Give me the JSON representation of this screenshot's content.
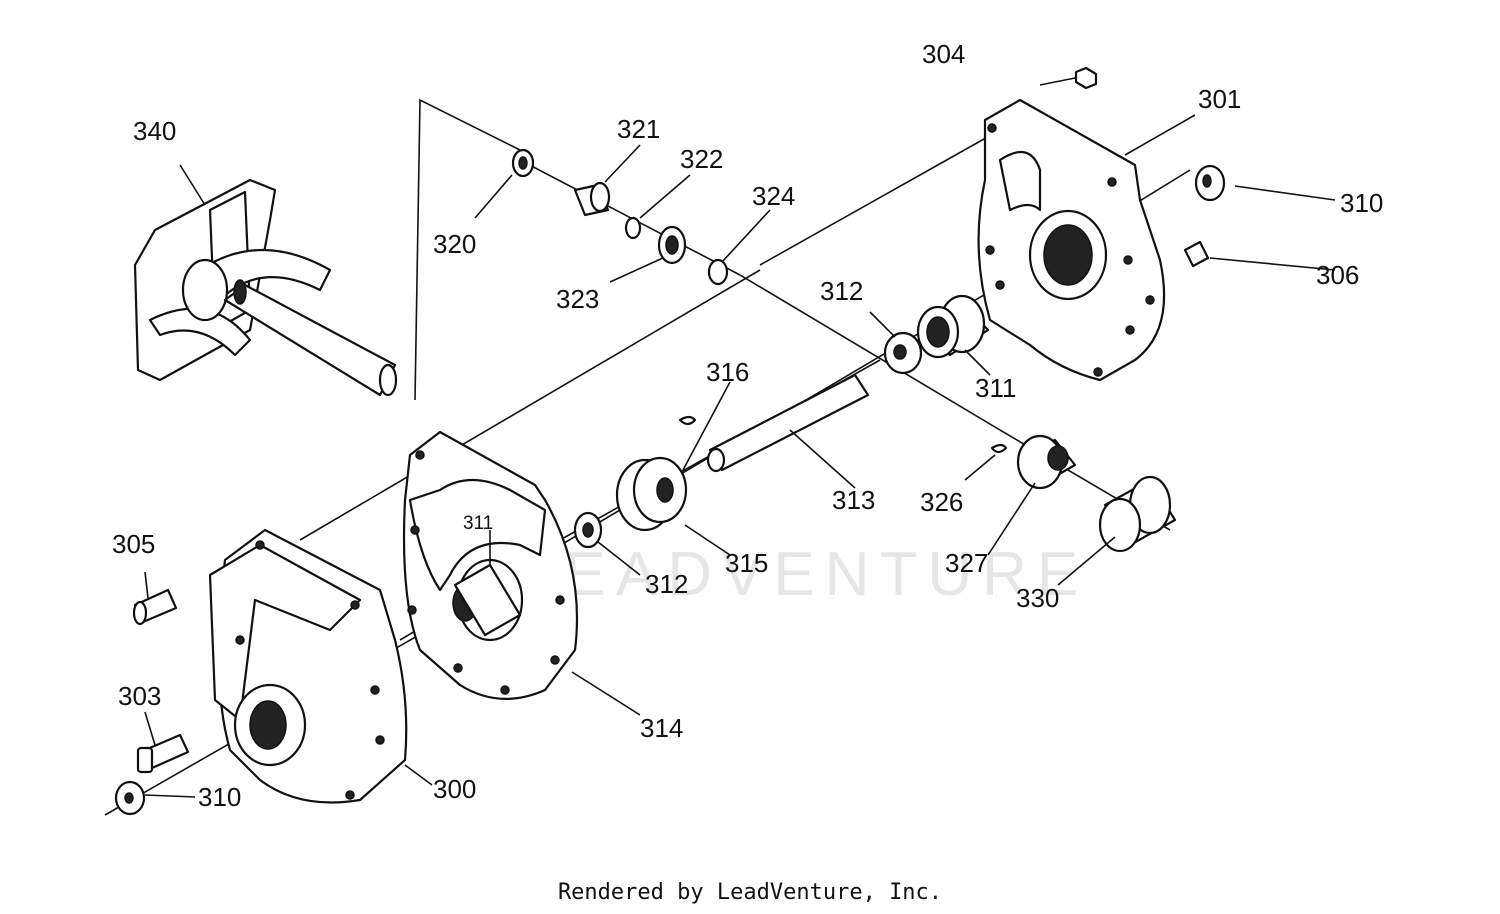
{
  "watermark": "LEADVENTURE",
  "footer": "Rendered by LeadVenture, Inc.",
  "labels": {
    "l300": "300",
    "l301": "301",
    "l303": "303",
    "l304": "304",
    "l305": "305",
    "l306": "306",
    "l310a": "310",
    "l310b": "310",
    "l311a": "311",
    "l311b": "311",
    "l312a": "312",
    "l312b": "312",
    "l313": "313",
    "l314": "314",
    "l315": "315",
    "l316": "316",
    "l320": "320",
    "l321": "321",
    "l322": "322",
    "l323": "323",
    "l324": "324",
    "l326": "326",
    "l327": "327",
    "l330": "330",
    "l340": "340"
  }
}
